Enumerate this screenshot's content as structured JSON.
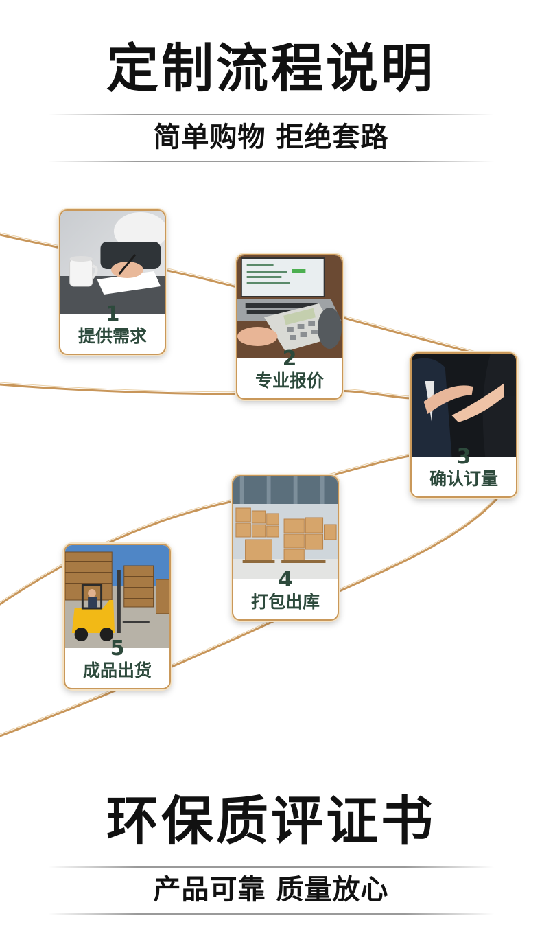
{
  "sections": [
    {
      "title": "定制流程说明",
      "subtitle": "简单购物 拒绝套路"
    },
    {
      "title": "环保质评证书",
      "subtitle": "产品可靠 质量放心"
    }
  ],
  "steps": [
    {
      "number": "1",
      "label": "提供需求",
      "photo": "meeting-writing-photo"
    },
    {
      "number": "2",
      "label": "专业报价",
      "photo": "calculator-laptop-photo"
    },
    {
      "number": "3",
      "label": "确认订量",
      "photo": "handshake-photo"
    },
    {
      "number": "4",
      "label": "打包出库",
      "photo": "warehouse-boxes-photo"
    },
    {
      "number": "5",
      "label": "成品出货",
      "photo": "forklift-pallets-photo"
    }
  ],
  "colors": {
    "accent_text": "#2d4a3c",
    "card_border": "#c9985a",
    "path_line": "#c8965a"
  }
}
